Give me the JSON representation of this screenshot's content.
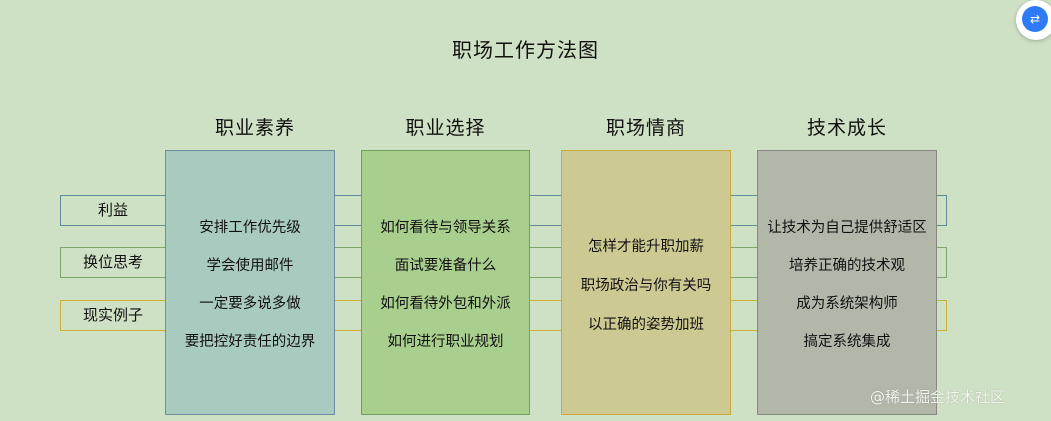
{
  "title": "职场工作方法图",
  "rows": [
    "利益",
    "换位思考",
    "现实例子"
  ],
  "columns": [
    {
      "title": "职业素养",
      "items": [
        "安排工作优先级",
        "学会使用邮件",
        "一定要多说多做",
        "要把控好责任的边界"
      ]
    },
    {
      "title": "职业选择",
      "items": [
        "如何看待与领导关系",
        "面试要准备什么",
        "如何看待外包和外派",
        "如何进行职业规划"
      ]
    },
    {
      "title": "职场情商",
      "items": [
        "怎样才能升职加薪",
        "职场政治与你有关吗",
        "以正确的姿势加班"
      ]
    },
    {
      "title": "技术成长",
      "items": [
        "让技术为自己提供舒适区",
        "培养正确的技术观",
        "成为系统架构师",
        "搞定系统集成"
      ]
    }
  ],
  "watermark": "@稀土掘金技术社区",
  "icons": {
    "corner": "translate-icon"
  }
}
